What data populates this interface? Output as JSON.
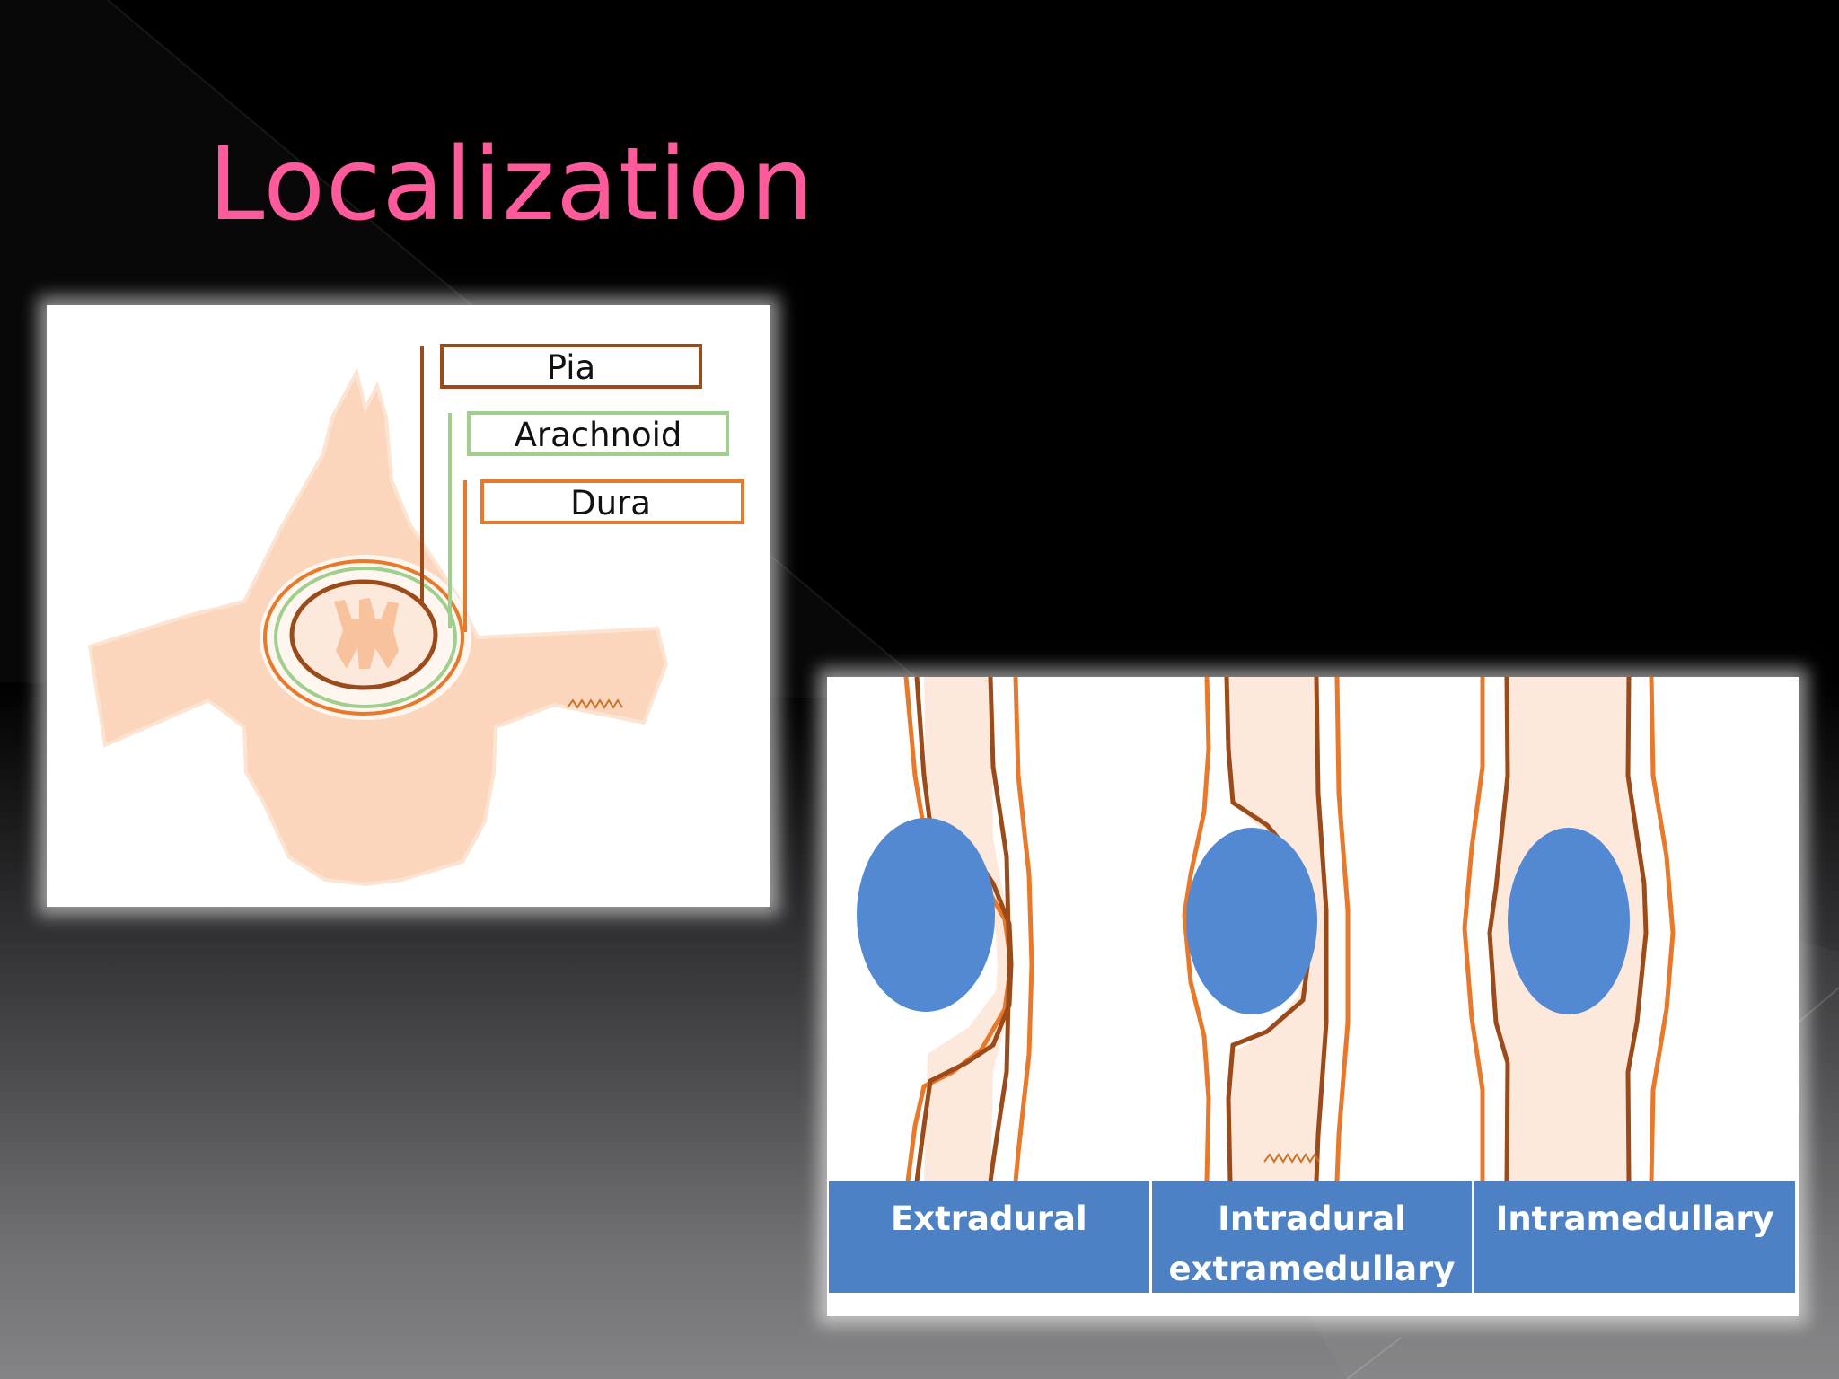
{
  "slide": {
    "title": "Localization"
  },
  "cross_section": {
    "labels": {
      "pia": "Pia",
      "arachnoid": "Arachnoid",
      "dura": "Dura"
    }
  },
  "longitudinal": {
    "categories": [
      "Extradural",
      "Intradural extramedullary",
      "Intramedullary"
    ]
  },
  "colors": {
    "title": "#ff5a9c",
    "pia": "#9b4a1a",
    "arachnoid": "#9fcf8c",
    "dura": "#e8782a",
    "bone": "#fcd6bc",
    "cord": "#fde8dc",
    "tumor": "#5389d3",
    "category_bar": "#4e80c4"
  }
}
